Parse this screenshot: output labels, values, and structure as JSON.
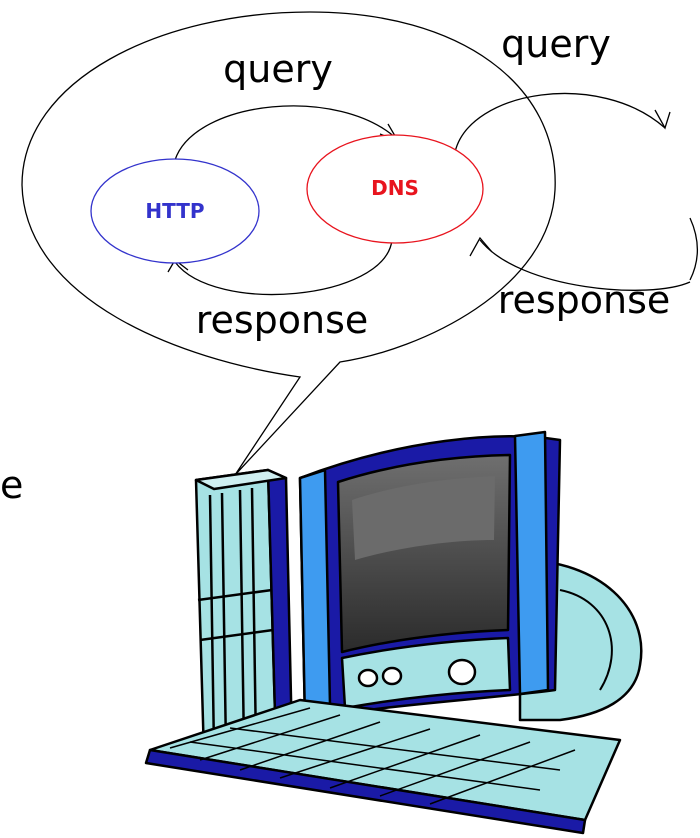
{
  "labels": {
    "query_inner": "query",
    "query_outer": "query",
    "response_inner": "response",
    "response_outer": "response",
    "partial_left": "e"
  },
  "nodes": {
    "http": {
      "label": "HTTP",
      "color": "#3333cc"
    },
    "dns": {
      "label": "DNS",
      "color": "#e8141e"
    }
  },
  "icons": {
    "computer": "desktop-computer-icon"
  },
  "colors": {
    "line": "#000000",
    "tower": "#a6e2e4",
    "monitor_blue": "#1a1aa6",
    "screen": "#3c3c3c",
    "accent_blue": "#3e9bf0"
  }
}
